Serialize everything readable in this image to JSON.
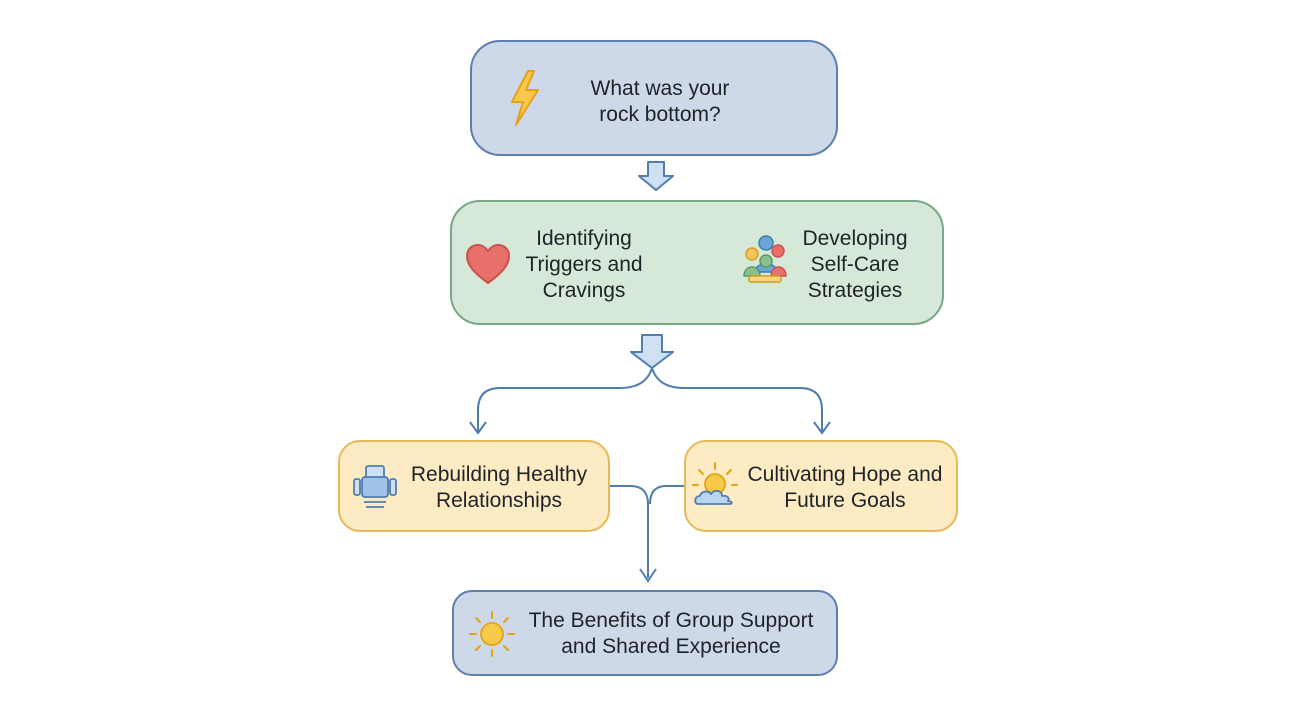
{
  "nodes": {
    "rock_bottom": {
      "label": "What was your\nrock bottom?",
      "icon": "lightning-icon"
    },
    "triggers": {
      "label": "Identifying\nTriggers and\nCravings",
      "icon": "heart-icon"
    },
    "self_care": {
      "label": "Developing\nSelf-Care\nStrategies",
      "icon": "people-group-icon"
    },
    "relationships": {
      "label": "Rebuilding Healthy\nRelationships",
      "icon": "person-device-icon"
    },
    "hope": {
      "label": "Cultivating Hope and\nFuture Goals",
      "icon": "sun-cloud-icon"
    },
    "group_support": {
      "label": "The Benefits of Group Support\nand Shared Experience",
      "icon": "sun-icon"
    }
  },
  "colors": {
    "blue_fill": "#cdd8e8",
    "blue_border": "#5f7fb0",
    "green_fill": "#d6e8d8",
    "green_border": "#79a886",
    "yellow_fill": "#fdebc4",
    "yellow_border": "#e6b85a",
    "arrow": "#4f7db0"
  }
}
